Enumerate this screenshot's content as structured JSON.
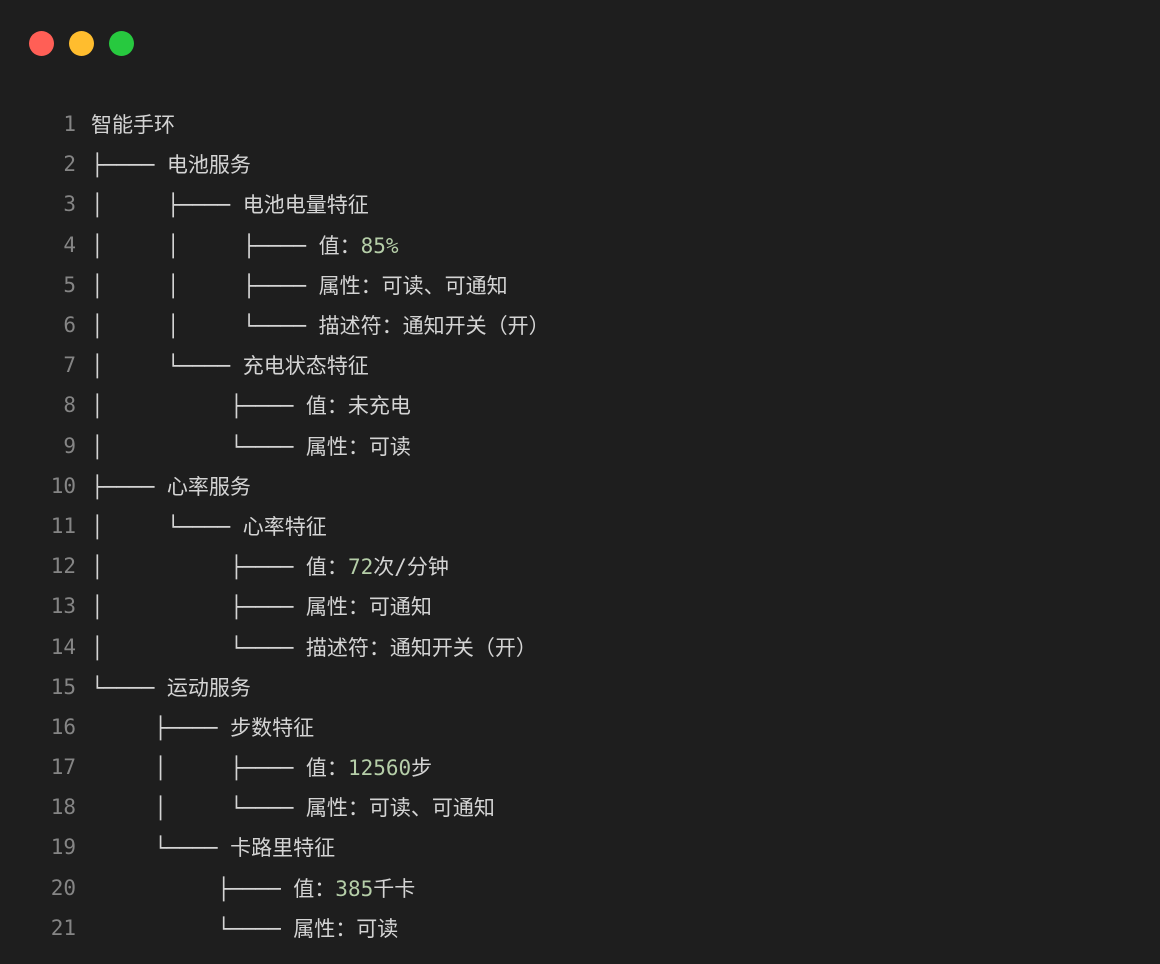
{
  "window": {
    "controls": {
      "close_color": "#ff5f56",
      "minimize_color": "#ffbd2e",
      "maximize_color": "#27c93f"
    }
  },
  "colors": {
    "background": "#1e1e1e",
    "text": "#d4d4d4",
    "line_number": "#858585",
    "number": "#b5cea8"
  },
  "code": {
    "lines": [
      {
        "n": "1",
        "prefix": "智能手环",
        "num": "",
        "suffix": ""
      },
      {
        "n": "2",
        "prefix": "├──── 电池服务",
        "num": "",
        "suffix": ""
      },
      {
        "n": "3",
        "prefix": "│     ├──── 电池电量特征",
        "num": "",
        "suffix": ""
      },
      {
        "n": "4",
        "prefix": "│     │     ├──── 值：",
        "num": "85%",
        "suffix": ""
      },
      {
        "n": "5",
        "prefix": "│     │     ├──── 属性：可读、可通知",
        "num": "",
        "suffix": ""
      },
      {
        "n": "6",
        "prefix": "│     │     └──── 描述符：通知开关（开）",
        "num": "",
        "suffix": ""
      },
      {
        "n": "7",
        "prefix": "│     └──── 充电状态特征",
        "num": "",
        "suffix": ""
      },
      {
        "n": "8",
        "prefix": "│          ├──── 值：未充电",
        "num": "",
        "suffix": ""
      },
      {
        "n": "9",
        "prefix": "│          └──── 属性：可读",
        "num": "",
        "suffix": ""
      },
      {
        "n": "10",
        "prefix": "├──── 心率服务",
        "num": "",
        "suffix": ""
      },
      {
        "n": "11",
        "prefix": "│     └──── 心率特征",
        "num": "",
        "suffix": ""
      },
      {
        "n": "12",
        "prefix": "│          ├──── 值：",
        "num": "72",
        "suffix": "次/分钟"
      },
      {
        "n": "13",
        "prefix": "│          ├──── 属性：可通知",
        "num": "",
        "suffix": ""
      },
      {
        "n": "14",
        "prefix": "│          └──── 描述符：通知开关（开）",
        "num": "",
        "suffix": ""
      },
      {
        "n": "15",
        "prefix": "└──── 运动服务",
        "num": "",
        "suffix": ""
      },
      {
        "n": "16",
        "prefix": "     ├──── 步数特征",
        "num": "",
        "suffix": ""
      },
      {
        "n": "17",
        "prefix": "     │     ├──── 值：",
        "num": "12560",
        "suffix": "步"
      },
      {
        "n": "18",
        "prefix": "     │     └──── 属性：可读、可通知",
        "num": "",
        "suffix": ""
      },
      {
        "n": "19",
        "prefix": "     └──── 卡路里特征",
        "num": "",
        "suffix": ""
      },
      {
        "n": "20",
        "prefix": "          ├──── 值：",
        "num": "385",
        "suffix": "千卡"
      },
      {
        "n": "21",
        "prefix": "          └──── 属性：可读",
        "num": "",
        "suffix": ""
      }
    ]
  }
}
